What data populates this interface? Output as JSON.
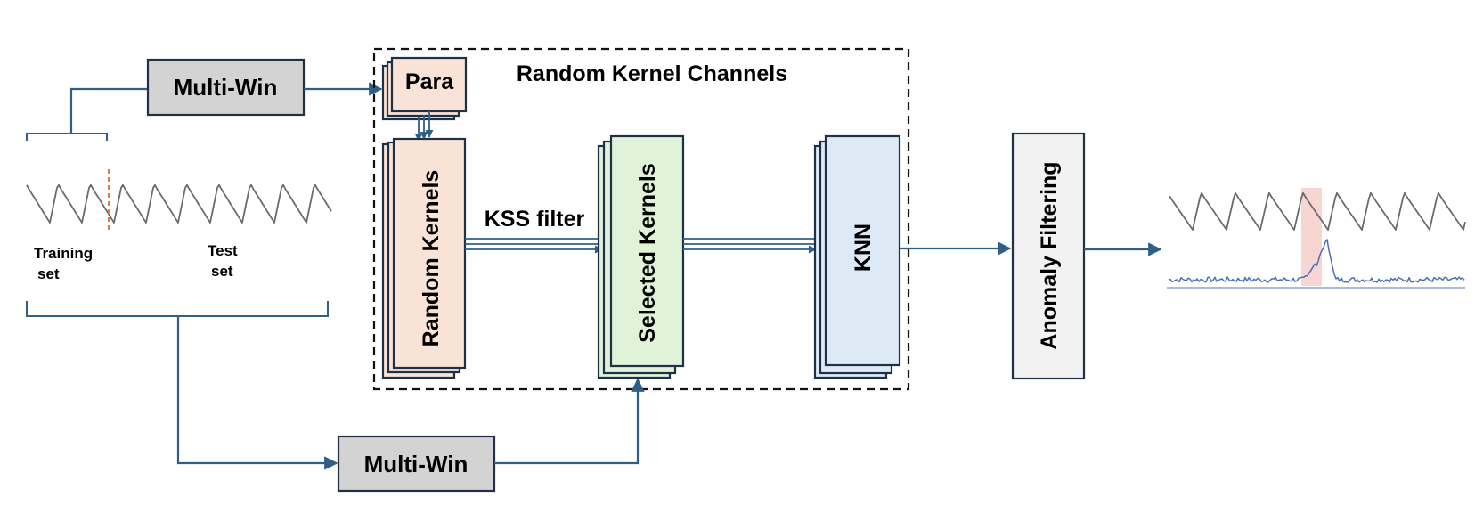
{
  "diagram": {
    "group_label": "Random Kernel Channels",
    "nodes": {
      "multiwin_top": "Multi-Win",
      "para": "Para",
      "random_kernels": "Random Kernels",
      "selected_kernels": "Selected Kernels",
      "knn": "KNN",
      "anomaly_filtering": "Anomaly Filtering",
      "multiwin_bottom": "Multi-Win"
    },
    "edge_labels": {
      "kss_filter": "KSS filter"
    },
    "input_series": {
      "training_label_line1": "Training",
      "training_label_line2": "set",
      "test_label_line1": "Test",
      "test_label_line2": "set"
    }
  },
  "colors": {
    "connector": "#2f5f86",
    "box_border": "#1f3147",
    "multiwin_fill": "#d3d3d3",
    "para_fill": "#f8e3d6",
    "random_kernels_fill": "#f8e3d6",
    "selected_kernels_fill": "#e0f2d8",
    "knn_fill": "#dde9f5",
    "anomaly_fill": "#f2f2f2",
    "split_marker": "#e07b39",
    "anomaly_highlight": "#f4c7c3",
    "score_line": "#4a6fb5"
  }
}
